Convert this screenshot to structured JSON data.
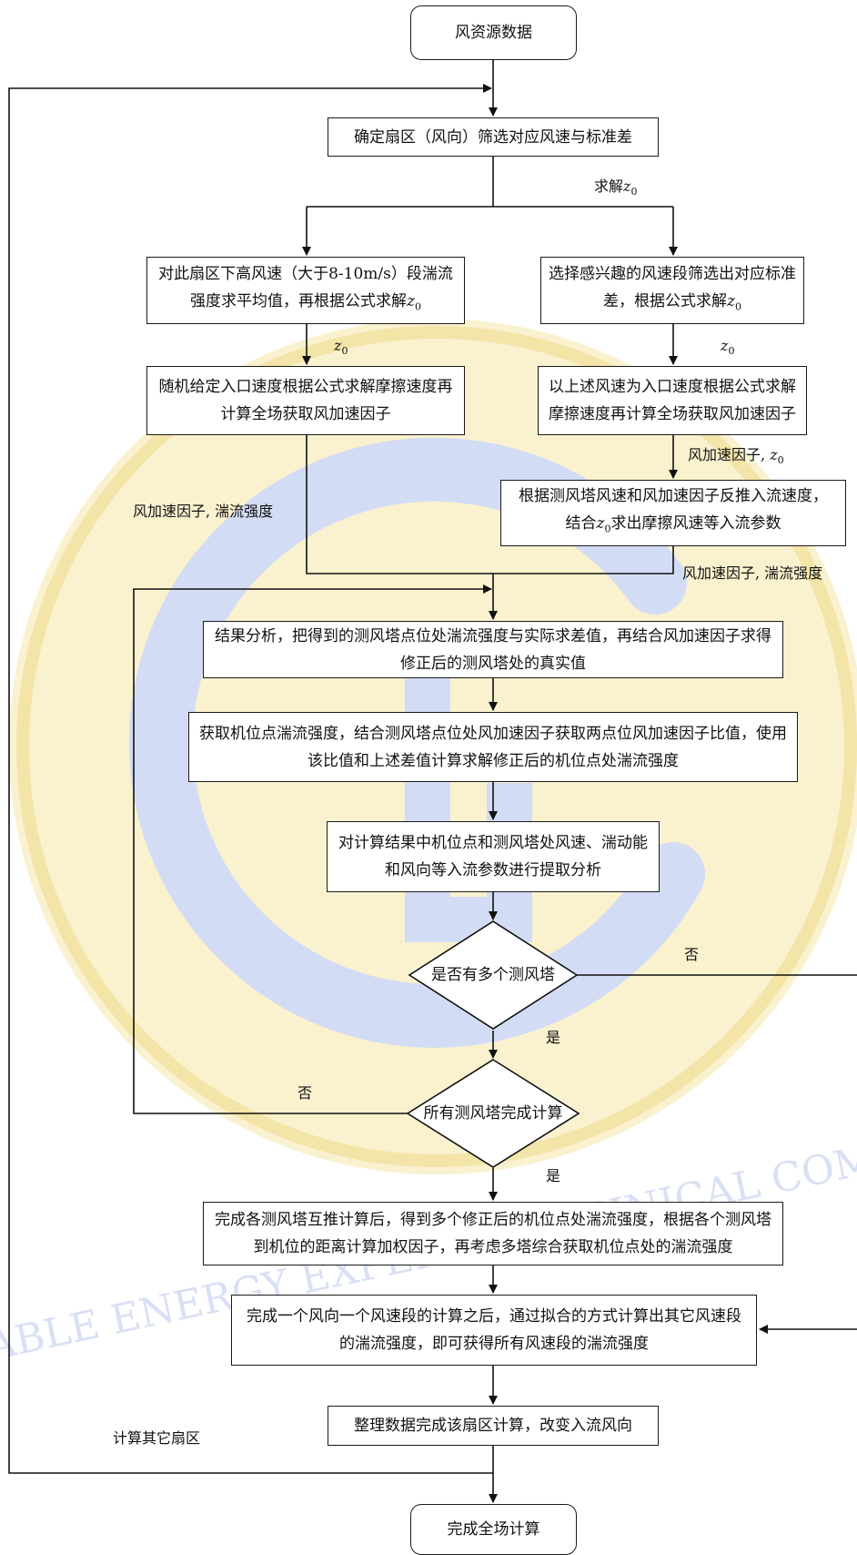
{
  "watermark": {
    "ring_text_bottom": "RENEWABLE ENERGY EXPERTS TECHNICAL COMMITTEE",
    "tint_outer": "#f8eec2",
    "tint_logo": "#c9d4f2"
  },
  "nodes": {
    "start": "风资源数据",
    "sector": "确定扇区（风向）筛选对应风速与标准差",
    "left1": "对此扇区下高风速（大于8-10m/s）段湍流强度求平均值，再根据公式求解",
    "right1": "选择感兴趣的风速段筛选出对应标准差，根据公式求解",
    "left2": "随机给定入口速度根据公式求解摩擦速度再计算全场获取风加速因子",
    "right2": "以上述风速为入口速度根据公式求解摩擦速度再计算全场获取风加速因子",
    "right3_a": "根据测风塔风速和风加速因子反推入流速度，",
    "right3_b": "结合",
    "right3_c": "求出摩擦风速等入流参数",
    "analysis": "结果分析，把得到的测风塔点位处湍流强度与实际求差值，再结合风加速因子求得修正后的测风塔处的真实值",
    "turbine": "获取机位点湍流强度，结合测风塔点位处风加速因子获取两点位风加速因子比值，使用该比值和上述差值计算求解修正后的机位点处湍流强度",
    "extract": "对计算结果中机位点和测风塔处风速、湍动能和风向等入流参数进行提取分析",
    "decision1": "是否有多个测风塔",
    "decision2": "所有测风塔完成计算",
    "weighted": "完成各测风塔互推计算后，得到多个修正后的机位点处湍流强度，根据各个测风塔到机位的距离计算加权因子，再考虑多塔综合获取机位点处的湍流强度",
    "fit": "完成一个风向一个风速段的计算之后，通过拟合的方式计算出其它风速段的湍流强度，即可获得所有风速段的湍流强度",
    "tidy": "整理数据完成该扇区计算，改变入流风向",
    "end": "完成全场计算"
  },
  "symbols": {
    "z": "z",
    "zsub": "0"
  },
  "labels": {
    "solve": "求解",
    "z0_left": "",
    "z0_right": "",
    "accel_z0": "风加速因子, ",
    "accel_turb_left": "风加速因子, 湍流强度",
    "accel_turb_right": "风加速因子, 湍流强度",
    "no1": "否",
    "yes1": "是",
    "no2": "否",
    "yes2": "是",
    "other_sectors": "计算其它扇区"
  }
}
